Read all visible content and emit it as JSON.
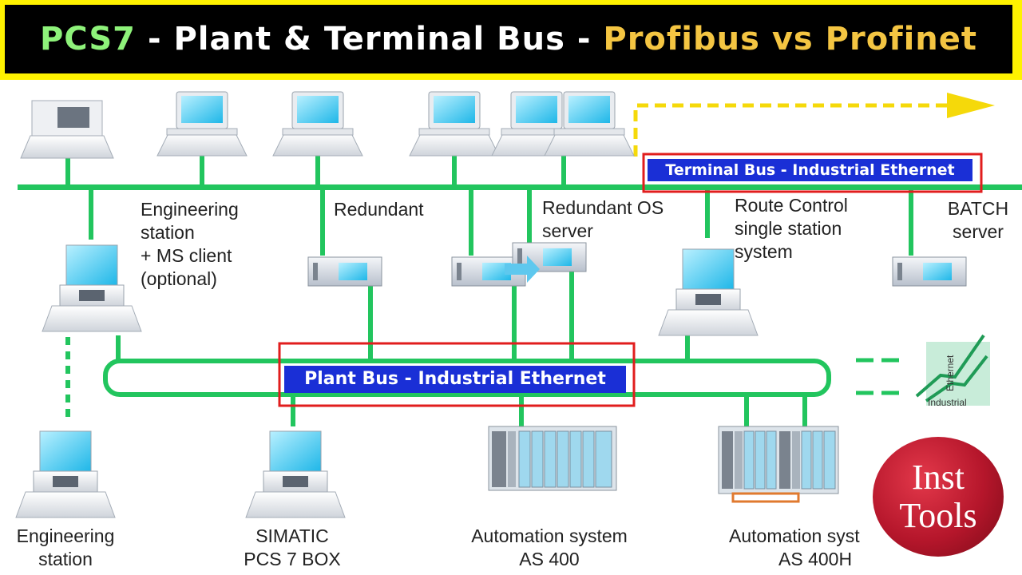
{
  "title": {
    "part1": "PCS7",
    "part2": " - Plant & Terminal Bus - ",
    "part3": "Profibus vs Profinet"
  },
  "bus": {
    "terminal": "Terminal Bus - Industrial Ethernet",
    "plant": "Plant Bus - Industrial Ethernet"
  },
  "labels": {
    "engineering_ms": [
      "Engineering",
      "station",
      "+ MS client",
      "(optional)"
    ],
    "redundant": "Redundant",
    "redundant_os": [
      "Redundant OS",
      "server"
    ],
    "route_control": [
      "Route Control",
      "single station",
      "system"
    ],
    "batch": [
      "BATCH",
      "server"
    ],
    "engineering_station": [
      "Engineering",
      "station"
    ],
    "simatic": [
      "SIMATIC",
      "PCS 7 BOX"
    ],
    "as400": [
      "Automation system",
      "AS 400"
    ],
    "as400h": [
      "Automation syst",
      "AS 400H"
    ]
  },
  "ethernet_logo": {
    "word1": "Industrial",
    "word2": "Ethernet"
  },
  "brand": {
    "line1": "Inst",
    "line2": "Tools"
  },
  "colors": {
    "bus": "#22c55e",
    "highlight": "#e11d1d",
    "label_bg": "#1a2fd6",
    "banner_border": "#fff200",
    "arrow": "#f5d90a"
  }
}
